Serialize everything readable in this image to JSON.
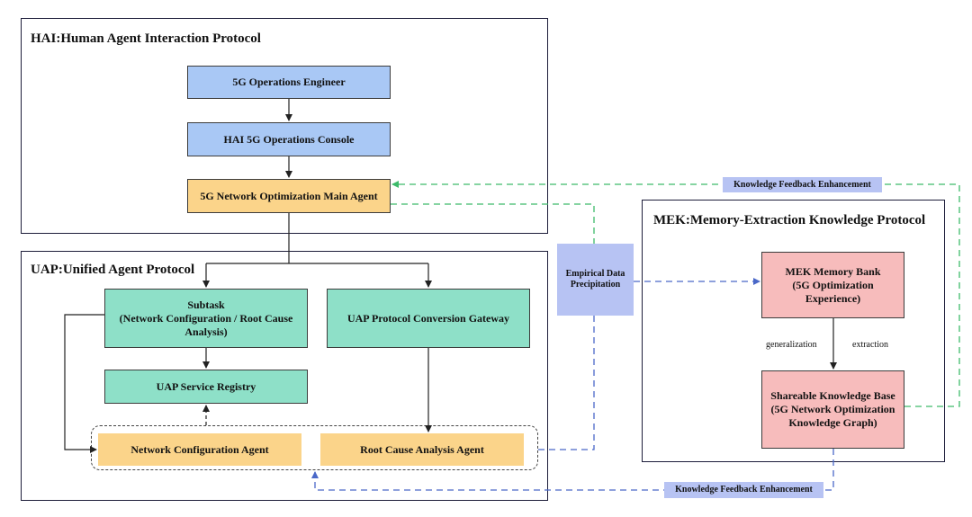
{
  "groups": {
    "hai": {
      "title": "HAI:Human Agent Interaction Protocol"
    },
    "uap": {
      "title": "UAP:Unified Agent Protocol"
    },
    "mek": {
      "title": "MEK:Memory-Extraction Knowledge Protocol"
    }
  },
  "nodes": {
    "ops_engineer": "5G Operations Engineer",
    "ops_console": "HAI 5G Operations Console",
    "main_agent": "5G Network Optimization Main Agent",
    "subtask": "Subtask\n(Network Configuration / Root Cause Analysis)",
    "gateway": "UAP Protocol Conversion Gateway",
    "registry": "UAP Service Registry",
    "net_config_agent": "Network Configuration Agent",
    "rca_agent": "Root Cause Analysis Agent",
    "memory_bank": "MEK Memory Bank\n(5G Optimization Experience)",
    "knowledge_base": "Shareable Knowledge Base\n(5G Network Optimization Knowledge Graph)"
  },
  "labels": {
    "empirical": "Empirical Data Precipitation",
    "feedback_top": "Knowledge Feedback Enhancement",
    "feedback_bottom": "Knowledge Feedback Enhancement",
    "generalization": "generalization",
    "extraction": "extraction"
  },
  "colors": {
    "blue_node": "#a9c8f5",
    "orange_node": "#fbd48a",
    "teal_node": "#8ee0c8",
    "pink_node": "#f7bcbc",
    "tag": "#b7c3f3",
    "green_dash": "#3dbb6a",
    "blue_dash": "#4a68c8"
  }
}
